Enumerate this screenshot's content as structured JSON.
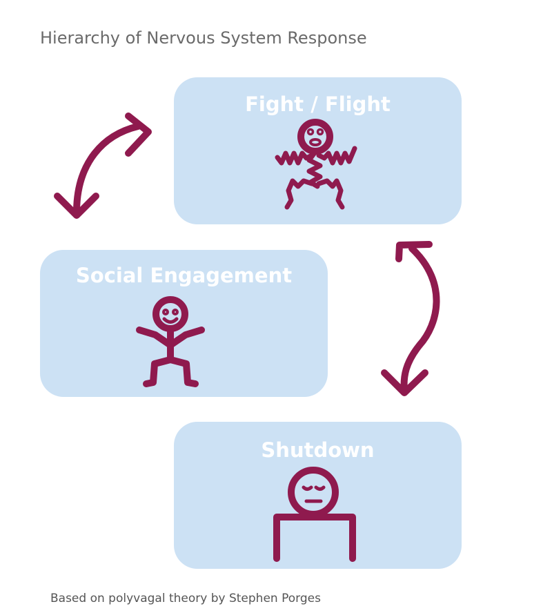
{
  "title": "Hierarchy of Nervous System Response",
  "footer": "Based on polyvagal theory by Stephen Porges",
  "colors": {
    "box_fill": "#cce1f4",
    "figure": "#8f1a4e",
    "label": "#ffffff"
  },
  "states": [
    {
      "label": "Fight / Flight",
      "icon": "agitated-stick-figure-icon"
    },
    {
      "label": "Social Engagement",
      "icon": "smiling-stick-figure-icon"
    },
    {
      "label": "Shutdown",
      "icon": "slumped-figure-at-desk-icon"
    }
  ],
  "arrows": [
    {
      "between": [
        "Social Engagement",
        "Fight / Flight"
      ],
      "icon": "double-headed-arrow-icon"
    },
    {
      "between": [
        "Fight / Flight",
        "Shutdown"
      ],
      "icon": "double-headed-arrow-icon"
    }
  ]
}
